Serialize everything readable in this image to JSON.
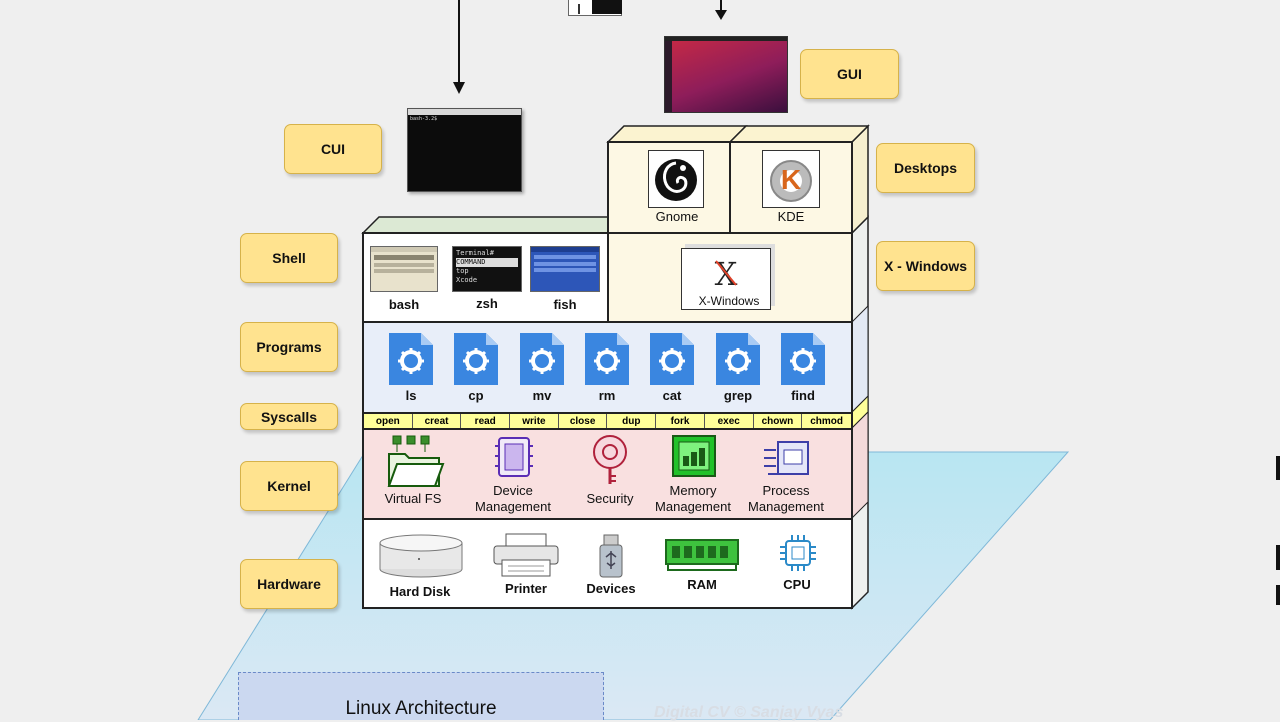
{
  "labels": {
    "gui": "GUI",
    "cui": "CUI",
    "desktops": "Desktops",
    "x_windows": "X - Windows",
    "shell": "Shell",
    "programs": "Programs",
    "syscalls": "Syscalls",
    "kernel": "Kernel",
    "hardware": "Hardware"
  },
  "terminal_title": "bash-3.2$",
  "desktops": [
    {
      "label": "Gnome",
      "icon": "gnome-logo-icon"
    },
    {
      "label": "KDE",
      "icon": "kde-logo-icon"
    }
  ],
  "xwindows": {
    "label": "X-Windows",
    "icon": "x-logo-icon"
  },
  "shells": [
    {
      "label": "bash",
      "icon": "bash-terminal-icon"
    },
    {
      "label": "zsh",
      "icon": "zsh-terminal-icon"
    },
    {
      "label": "fish",
      "icon": "fish-terminal-icon"
    }
  ],
  "zsh_lines": [
    "Terminal#",
    "COMMAND",
    "top",
    "Xcode"
  ],
  "programs": [
    "ls",
    "cp",
    "mv",
    "rm",
    "cat",
    "grep",
    "find"
  ],
  "syscalls": [
    "open",
    "creat",
    "read",
    "write",
    "close",
    "dup",
    "fork",
    "exec",
    "chown",
    "chmod"
  ],
  "kernel": [
    {
      "line1": "Virtual FS",
      "line2": "",
      "icon": "folder-tree-icon"
    },
    {
      "line1": "Device",
      "line2": "Management",
      "icon": "device-chip-icon"
    },
    {
      "line1": "Security",
      "line2": "",
      "icon": "security-key-icon"
    },
    {
      "line1": "Memory",
      "line2": "Management",
      "icon": "memory-chip-icon"
    },
    {
      "line1": "Process",
      "line2": "Management",
      "icon": "process-stack-icon"
    }
  ],
  "hardware": [
    {
      "label": "Hard Disk",
      "icon": "hard-disk-icon"
    },
    {
      "label": "Printer",
      "icon": "printer-icon"
    },
    {
      "label": "Devices",
      "icon": "usb-device-icon"
    },
    {
      "label": "RAM",
      "icon": "ram-icon"
    },
    {
      "label": "CPU",
      "icon": "cpu-icon"
    }
  ],
  "caption": "Linux Architecture",
  "watermark": "Digital CV © Sanjay Vyas",
  "colors": {
    "tag_fill": "#ffe38f",
    "gui_layer": "#fdf8e4",
    "shell_layer": "#ffffff",
    "programs_layer": "#e8eef9",
    "syscalls_layer": "#ffff99",
    "kernel_layer": "#f9e0e0",
    "hardware_layer": "#ffffff",
    "platform": "#aee0ee",
    "file_icon": "#3a86e0"
  }
}
